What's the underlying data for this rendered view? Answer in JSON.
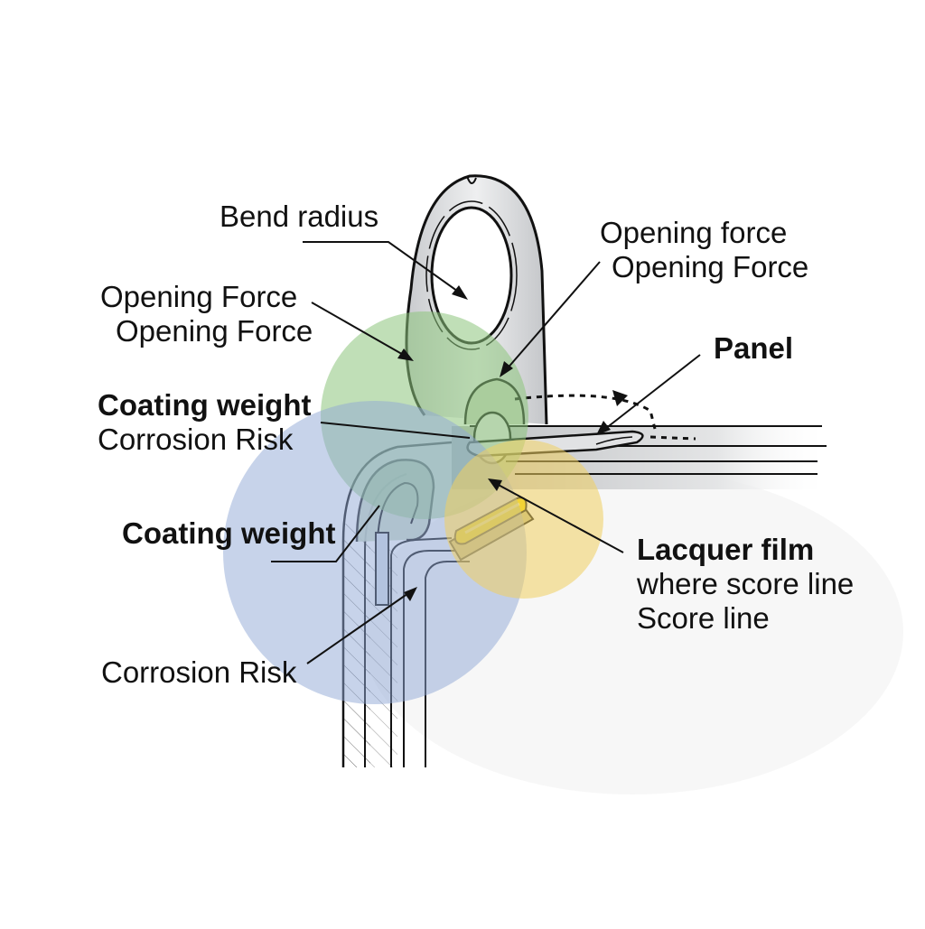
{
  "diagram": {
    "subject": "Pull-tab can end cross-section with overlapping risk zones",
    "zone_colors": {
      "green_zone": "#8cc47c",
      "blue_zone": "#8fa8d6",
      "yellow_zone": "#f0d060",
      "lacquer_highlight": "#f5d800",
      "metal": "#d4d6d8",
      "outline": "#111111"
    },
    "labels": {
      "bend_radius": "Bend radius",
      "opening_force_left_1": "Opening Force",
      "opening_force_left_2": "Opening Force",
      "opening_force_right_1": "Opening force",
      "opening_force_right_2": "Opening Force",
      "panel": "Panel",
      "coating_weight_1": "Coating weight",
      "corrosion_risk_1": "Corrosion Risk",
      "coating_weight_2": "Coating weight",
      "lacquer_film": "Lacquer film",
      "where_score_line": "where score line",
      "score_line": "Score line",
      "corrosion_risk_2": "Corrosion Risk"
    }
  }
}
